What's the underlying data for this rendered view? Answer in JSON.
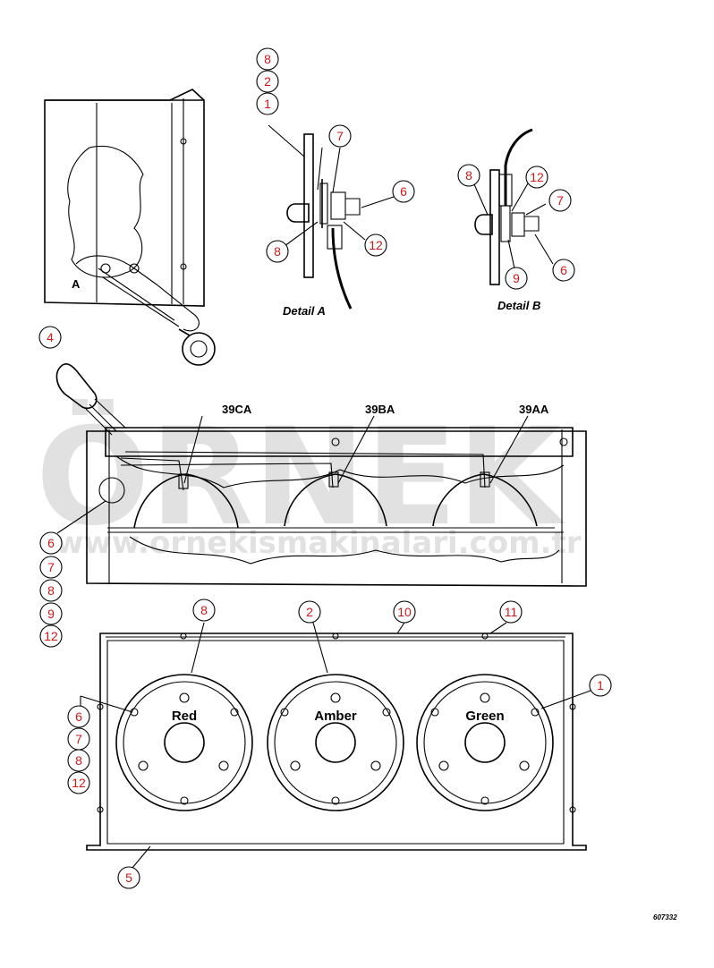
{
  "watermark": {
    "logo_text": "ÖRNEK",
    "url": "www.ornekismakinalari.com.tr"
  },
  "details": {
    "a": "Detail A",
    "b": "Detail B"
  },
  "lamp_ids": {
    "left": "39CA",
    "mid": "39BA",
    "right": "39AA"
  },
  "lamp_colors": {
    "left": "Red",
    "mid": "Amber",
    "right": "Green"
  },
  "part_letter": "A",
  "part_number": "607332",
  "callouts": {
    "top_stack": [
      "8",
      "2",
      "1"
    ],
    "detail_a": [
      "7",
      "6",
      "8",
      "12"
    ],
    "detail_b": [
      "8",
      "12",
      "7",
      "9",
      "6"
    ],
    "connector": "4",
    "left_stack": [
      "6",
      "7",
      "8",
      "9",
      "12"
    ],
    "front_top": [
      "8",
      "2",
      "10",
      "11"
    ],
    "front_right": "1",
    "front_left_stack": [
      "6",
      "7",
      "8",
      "12"
    ],
    "front_bottom": "5"
  }
}
